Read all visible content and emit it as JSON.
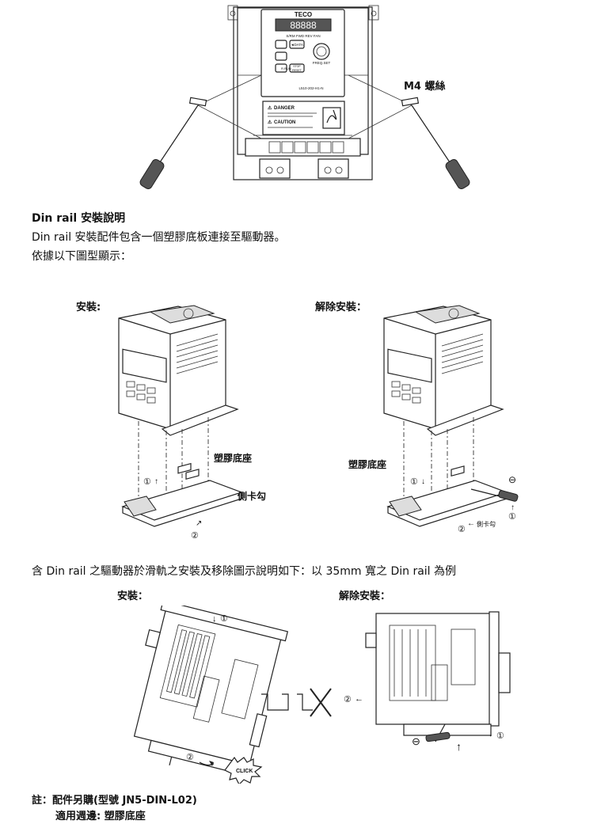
{
  "top_figure": {
    "brand": "TECO",
    "display": "88888",
    "indicators": [
      "S/RM",
      "FWD",
      "REV",
      "FAN"
    ],
    "keys": [
      "▲",
      "◄DATA",
      "▼",
      "R.RUN",
      "STOP RESET"
    ],
    "freq_label": "FREQ.SET",
    "model": "L510-202-H1-N",
    "danger_label": "DANGER",
    "caution_label": "CAUTION",
    "callout": "M4 螺絲"
  },
  "section": {
    "title": "Din rail 安裝說明",
    "line1": "Din rail 安裝配件包含一個塑膠底板連接至驅動器。",
    "line2": "依據以下圖型顯示："
  },
  "middle_figures": {
    "install_label": "安裝:",
    "remove_label": "解除安裝：",
    "base_label_left": "塑膠底座",
    "base_label_right": "塑膠底座",
    "side_hook_label": "側卡勾",
    "side_hook_label_right": "側卡勾",
    "mark1": "①",
    "mark2": "②",
    "minus": "⊖"
  },
  "rail_section": {
    "intro": "含 Din rail 之驅動器於滑軌之安裝及移除圖示說明如下：以 35mm 寬之 Din rail 為例",
    "install_label": "安裝：",
    "remove_label": "解除安裝：",
    "click_text": "CLICK"
  },
  "note": {
    "line1": "註：配件另購(型號  JN5-DIN-L02)",
    "line2": "適用週邊:  塑膠底座"
  }
}
